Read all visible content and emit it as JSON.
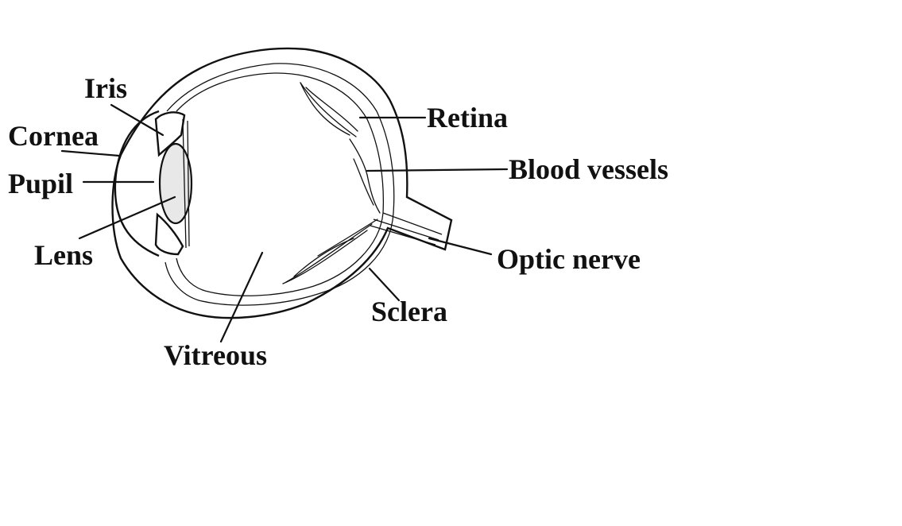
{
  "diagram": {
    "labels": {
      "iris": "Iris",
      "cornea": "Cornea",
      "pupil": "Pupil",
      "lens": "Lens",
      "vitreous": "Vitreous",
      "retina": "Retina",
      "blood_vessels": "Blood vessels",
      "optic_nerve": "Optic nerve",
      "sclera": "Sclera"
    },
    "colors": {
      "lens_fill": "#e8e8e8",
      "line": "#111111",
      "background": "#ffffff"
    }
  }
}
